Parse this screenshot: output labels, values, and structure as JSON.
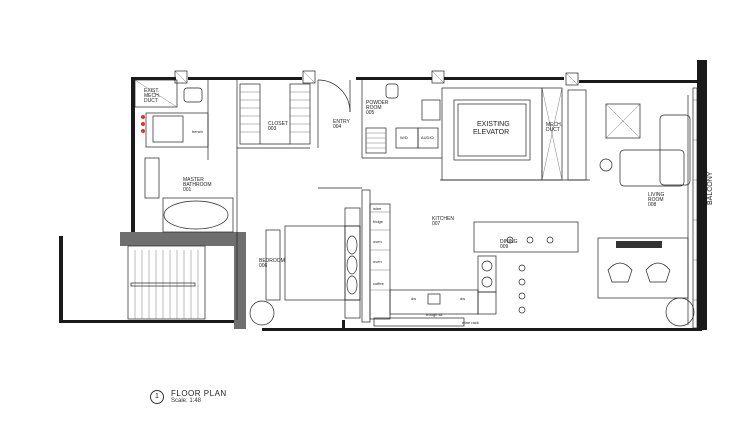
{
  "rooms": {
    "mech_duct": [
      "EXIST.",
      "MECH.",
      "DUCT"
    ],
    "master_bath": [
      "MASTER",
      "BATHROOM",
      "001"
    ],
    "closet": [
      "CLOSET",
      "003"
    ],
    "entry": [
      "ENTRY",
      "004"
    ],
    "powder": [
      "POWDER",
      "ROOM",
      "005"
    ],
    "elevator": [
      "EXISTING",
      "ELEVATOR"
    ],
    "mech_duct2": [
      "MECH.",
      "DUCT"
    ],
    "kitchen": [
      "KITCHEN",
      "007"
    ],
    "bedroom": [
      "BEDROOM",
      "006"
    ],
    "dining": [
      "DINING",
      "009"
    ],
    "living": [
      "LIVING",
      "ROOM",
      "008"
    ],
    "balcony": "BALCONY"
  },
  "fixtures": {
    "bench": "bench",
    "wd": "W/D",
    "audio": "AUDIO",
    "wine": "wine",
    "fridge": "fridge",
    "oven1": "oven",
    "oven2": "oven",
    "coffee": "coffee",
    "dw1": "dw",
    "dw2": "dw",
    "wine_rack": "wine rack",
    "trough": "trough sk"
  },
  "title_block": {
    "number": "1",
    "title": "FLOOR PLAN",
    "scale": "Scale: 1:48"
  }
}
